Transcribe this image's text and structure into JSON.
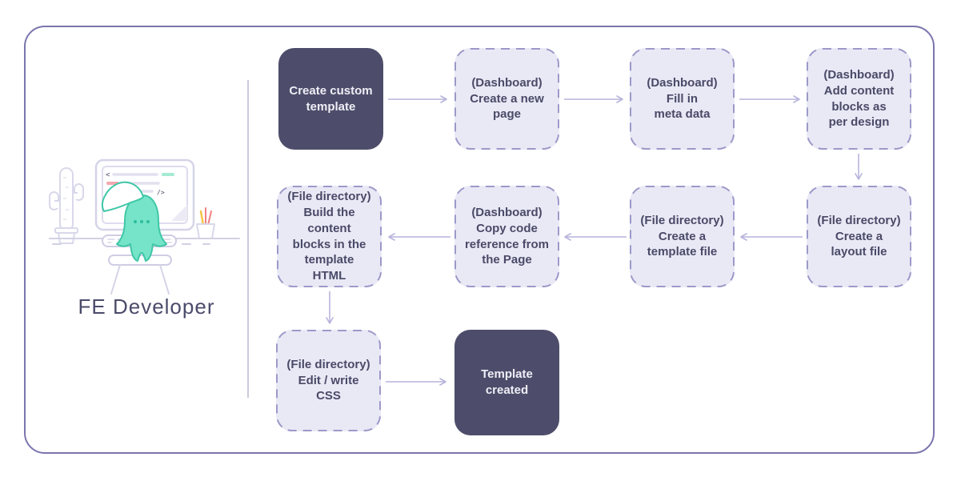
{
  "persona": {
    "label": "FE Developer",
    "illustration": "developer-character-at-desk-with-monitor-cactus-and-pencil-cup"
  },
  "colors": {
    "frame_border": "#7b75ad",
    "divider": "#cbcade",
    "solid_node_bg": "#4d4d6b",
    "solid_node_text": "#efeef6",
    "dashed_node_bg": "#e9e9f6",
    "dashed_node_border": "#9c99c8",
    "node_text": "#4a4a68",
    "arrow": "#b7b4dc",
    "character_teal_fill": "#76e4c8",
    "character_teal_stroke": "#3fc7a7",
    "code_line_gray": "#e2e1ef",
    "code_chip_teal": "#a5ead2",
    "code_chip_pink": "#f3a8ad",
    "pencil_yellow": "#f6c445",
    "pencil_red": "#f08080"
  },
  "flow": {
    "nodes": [
      {
        "id": "create-custom-template",
        "label": "Create custom\ntemplate",
        "variant": "solid"
      },
      {
        "id": "create-new-page",
        "label": "(Dashboard)\nCreate a new\npage",
        "variant": "dashed"
      },
      {
        "id": "fill-meta-data",
        "label": "(Dashboard)\nFill in\nmeta data",
        "variant": "dashed"
      },
      {
        "id": "add-content-blocks",
        "label": "(Dashboard)\nAdd content\nblocks as\nper design",
        "variant": "dashed"
      },
      {
        "id": "build-content-blocks",
        "label": "(File directory)\nBuild the content\nblocks in the\ntemplate\nHTML",
        "variant": "dashed"
      },
      {
        "id": "copy-code-reference",
        "label": "(Dashboard)\nCopy code\nreference from\nthe Page",
        "variant": "dashed"
      },
      {
        "id": "create-template-file",
        "label": "(File directory)\nCreate a\ntemplate file",
        "variant": "dashed"
      },
      {
        "id": "create-layout-file",
        "label": "(File directory)\nCreate a\nlayout file",
        "variant": "dashed"
      },
      {
        "id": "edit-write-css",
        "label": "(File directory)\nEdit / write\nCSS",
        "variant": "dashed"
      },
      {
        "id": "template-created",
        "label": "Template\ncreated",
        "variant": "solid"
      }
    ],
    "edges": [
      {
        "from": "create-custom-template",
        "to": "create-new-page"
      },
      {
        "from": "create-new-page",
        "to": "fill-meta-data"
      },
      {
        "from": "fill-meta-data",
        "to": "add-content-blocks"
      },
      {
        "from": "add-content-blocks",
        "to": "create-layout-file"
      },
      {
        "from": "create-layout-file",
        "to": "create-template-file"
      },
      {
        "from": "create-template-file",
        "to": "copy-code-reference"
      },
      {
        "from": "copy-code-reference",
        "to": "build-content-blocks"
      },
      {
        "from": "build-content-blocks",
        "to": "edit-write-css"
      },
      {
        "from": "edit-write-css",
        "to": "template-created"
      }
    ]
  }
}
